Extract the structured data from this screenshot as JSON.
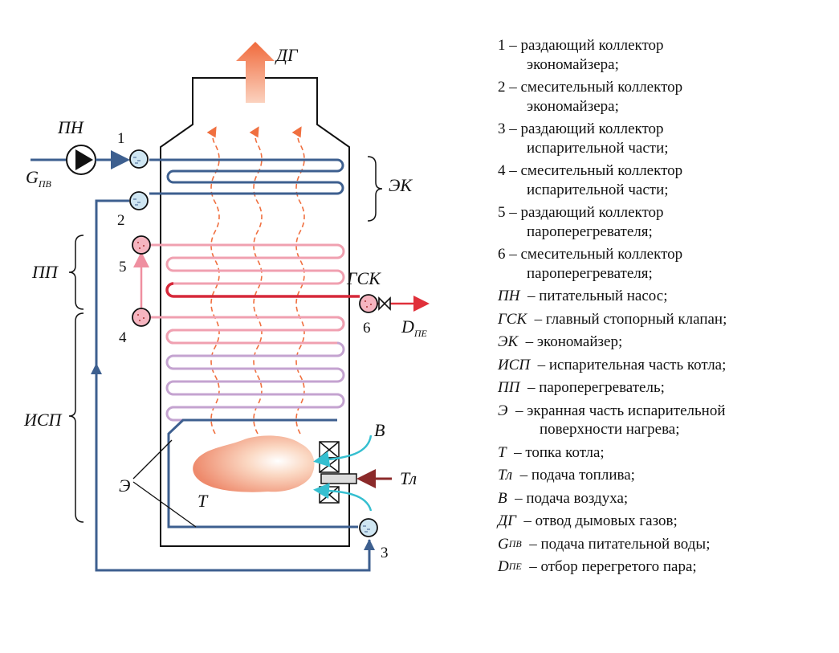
{
  "diagram": {
    "labels": {
      "flue_gas": "ДГ",
      "pump": "ПН",
      "feed_water_main": "G",
      "feed_water_sub": "ПВ",
      "economizer": "ЭК",
      "superheater": "ПП",
      "evaporator": "ИСП",
      "valve": "ГСК",
      "steam_out_main": "D",
      "steam_out_sub": "ПЕ",
      "air": "В",
      "fuel": "Тл",
      "furnace": "Т",
      "screen": "Э"
    },
    "numbers": [
      "1",
      "2",
      "3",
      "4",
      "5",
      "6"
    ]
  },
  "legend": {
    "items": [
      {
        "key": "1",
        "dash": "–",
        "line1": "раздающий коллектор",
        "line2": "экономайзера;"
      },
      {
        "key": "2",
        "dash": "–",
        "line1": "смесительный коллектор",
        "line2": "экономайзера;"
      },
      {
        "key": "3",
        "dash": "–",
        "line1": "раздающий коллектор",
        "line2": "испарительной части;"
      },
      {
        "key": "4",
        "dash": "–",
        "line1": "смесительный коллектор",
        "line2": "испарительной части;"
      },
      {
        "key": "5",
        "dash": "–",
        "line1": "раздающий коллектор",
        "line2": "пароперегревателя;"
      },
      {
        "key": "6",
        "dash": "–",
        "line1": "смесительный коллектор",
        "line2": "пароперегревателя;"
      }
    ],
    "symbols": [
      {
        "sym": "ПН",
        "text": "питательный насос;"
      },
      {
        "sym": "ГСК",
        "text": "главный стопорный клапан;"
      },
      {
        "sym": "ЭК",
        "text": "экономайзер;"
      },
      {
        "sym": "ИСП",
        "text": "испарительная часть котла;"
      },
      {
        "sym": "ПП",
        "text": "пароперегреватель;"
      },
      {
        "sym": "Э",
        "text": "экранная часть испарительной",
        "line2": "поверхности нагрева;"
      },
      {
        "sym": "Т",
        "text": "топка котла;"
      },
      {
        "sym": "Тл",
        "text": "подача топлива;"
      },
      {
        "sym": "В",
        "text": "подача воздуха;"
      },
      {
        "sym": "ДГ",
        "text": "отвод дымовых газов;"
      }
    ],
    "sub_symbols": [
      {
        "sym": "G",
        "sub": "ПВ",
        "text": "подача питательной воды;"
      },
      {
        "sym": "D",
        "sub": "ПЕ",
        "text": "отбор перегретого пара;"
      }
    ],
    "dash": "–"
  },
  "colors": {
    "water_pipe": "#3d5f8f",
    "superheater_hot": "#d6283a",
    "superheater_warm": "#f0a0b0",
    "evaporator_coil": "#b79cc6",
    "flue_gas": "#f07040",
    "air": "#35bfd0",
    "fuel": "#8b2a2a"
  }
}
